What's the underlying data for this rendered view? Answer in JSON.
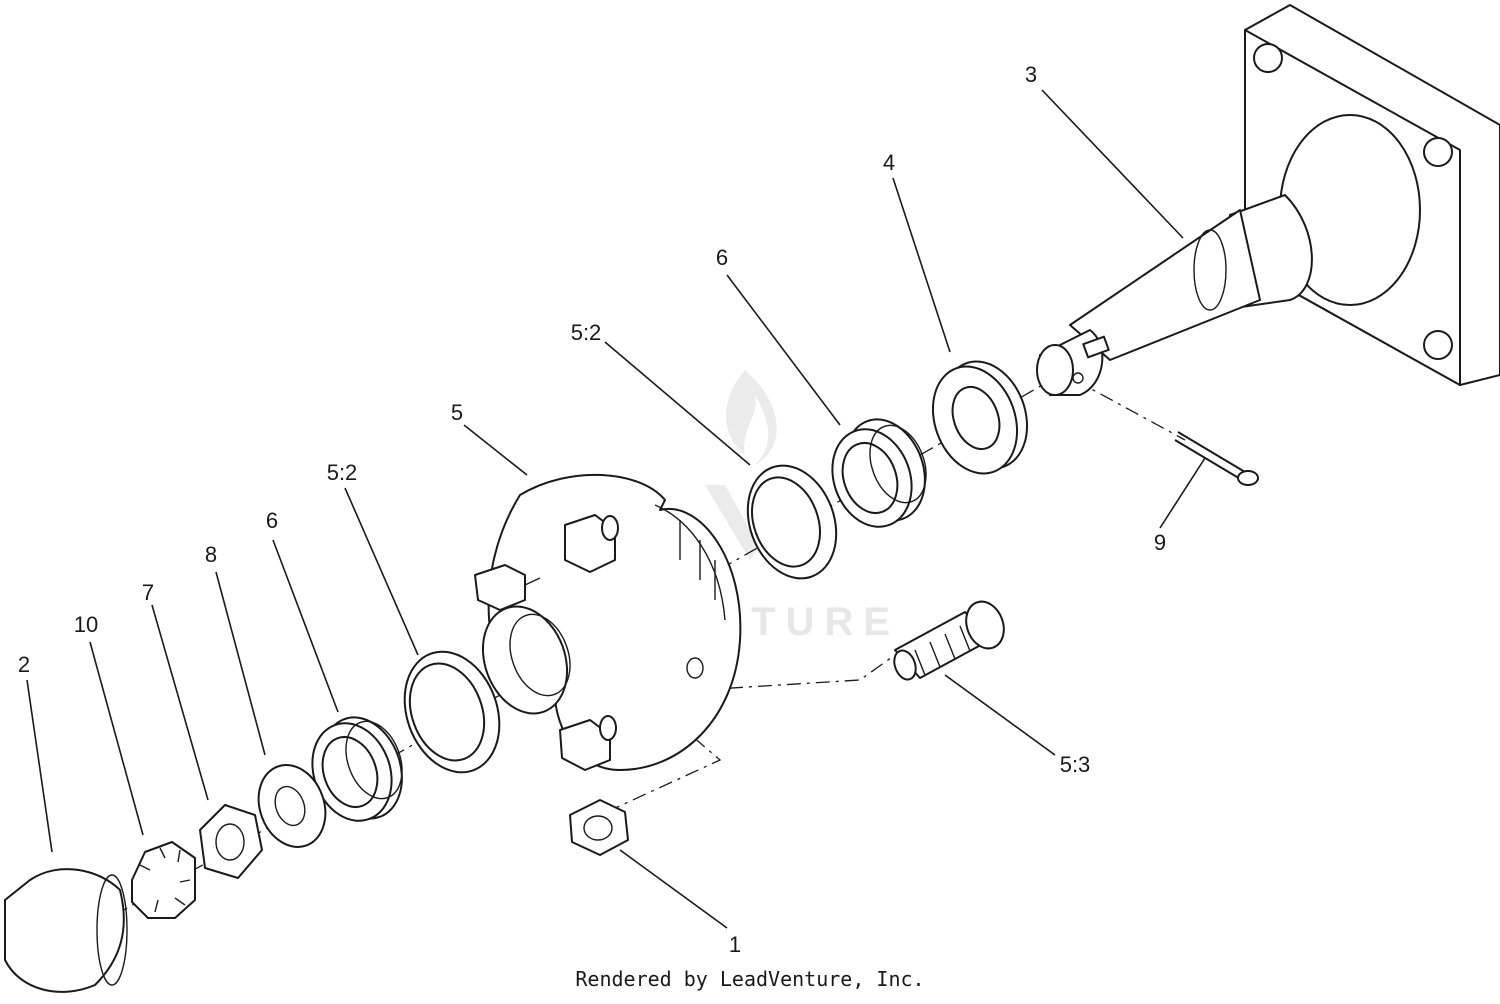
{
  "diagram": {
    "callouts": [
      "1",
      "2",
      "3",
      "4",
      "5",
      "5:2",
      "5:2",
      "5:3",
      "6",
      "6",
      "7",
      "8",
      "9",
      "10"
    ],
    "watermark": "LEADVENTURE",
    "footer": "Rendered by LeadVenture, Inc."
  }
}
